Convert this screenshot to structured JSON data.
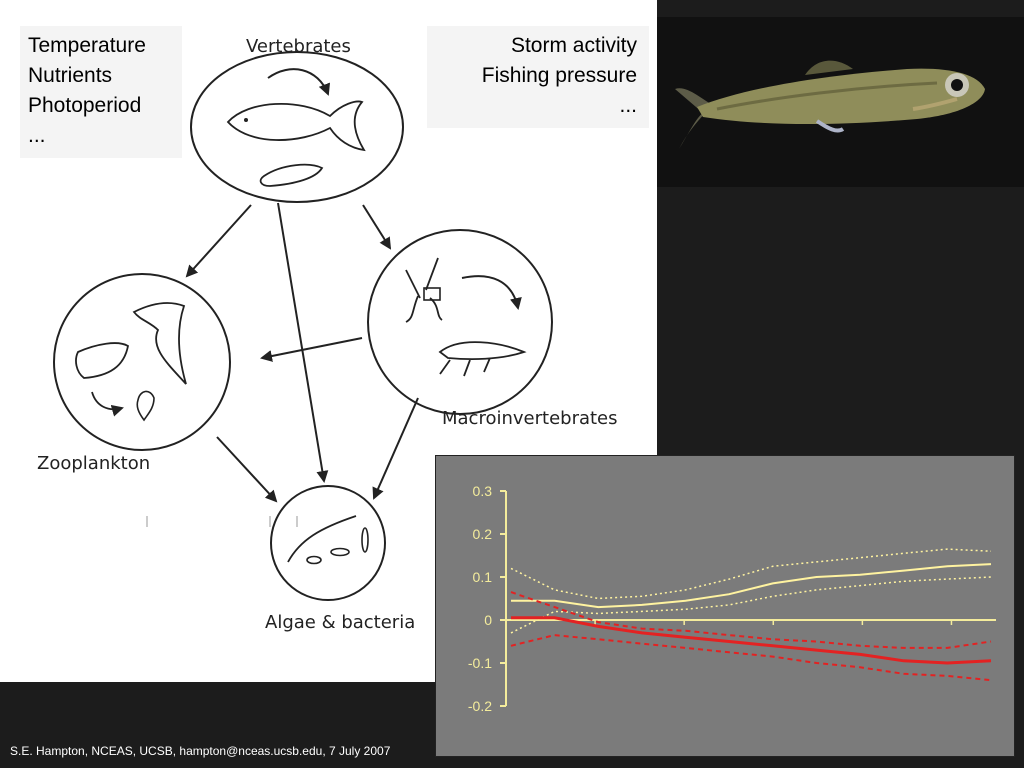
{
  "drivers_left": [
    "Temperature",
    "Nutrients",
    "Photoperiod",
    "..."
  ],
  "drivers_right": [
    "Storm activity",
    "Fishing pressure",
    "..."
  ],
  "diagram": {
    "nodes": {
      "vertebrates": "Vertebrates",
      "macroinvertebrates": "Macroinvertebrates",
      "zooplankton": "Zooplankton",
      "algae": "Algae & bacteria"
    }
  },
  "photo": {
    "subject": "juvenile fish",
    "background": "#111111"
  },
  "chart_data": {
    "type": "line",
    "ylim": [
      -0.2,
      0.3
    ],
    "yticks": [
      "0.3",
      "0.2",
      "0.1",
      "0",
      "-0.1",
      "-0.2"
    ],
    "ytick_values": [
      0.3,
      0.2,
      0.1,
      0,
      -0.1,
      -0.2
    ],
    "x": [
      0,
      1,
      2,
      3,
      4,
      5,
      6,
      7,
      8,
      9,
      10,
      11
    ],
    "series": [
      {
        "color": "#fff3a0",
        "style": "solid",
        "values": [
          0.045,
          0.045,
          0.03,
          0.035,
          0.045,
          0.06,
          0.085,
          0.1,
          0.105,
          0.115,
          0.125,
          0.13
        ]
      },
      {
        "color": "#fff3a0",
        "style": "dotted",
        "values": [
          0.12,
          0.07,
          0.05,
          0.055,
          0.07,
          0.095,
          0.125,
          0.135,
          0.145,
          0.155,
          0.165,
          0.16
        ]
      },
      {
        "color": "#fff3a0",
        "style": "dotted",
        "values": [
          -0.03,
          0.02,
          0.015,
          0.02,
          0.025,
          0.035,
          0.055,
          0.07,
          0.08,
          0.09,
          0.095,
          0.1
        ]
      },
      {
        "color": "#e32222",
        "style": "solid",
        "values": [
          0.005,
          0.005,
          -0.015,
          -0.03,
          -0.04,
          -0.05,
          -0.06,
          -0.07,
          -0.08,
          -0.095,
          -0.1,
          -0.095
        ]
      },
      {
        "color": "#e32222",
        "style": "dashed",
        "values": [
          0.065,
          0.03,
          -0.005,
          -0.02,
          -0.025,
          -0.035,
          -0.045,
          -0.05,
          -0.06,
          -0.065,
          -0.065,
          -0.05
        ]
      },
      {
        "color": "#e32222",
        "style": "dashed",
        "values": [
          -0.06,
          -0.035,
          -0.045,
          -0.055,
          -0.065,
          -0.075,
          -0.085,
          -0.1,
          -0.11,
          -0.125,
          -0.13,
          -0.14
        ]
      }
    ],
    "axis_color": "#f4ec9c",
    "background": "#7b7b7b"
  },
  "credit": "S.E. Hampton, NCEAS, UCSB, hampton@nceas.ucsb.edu, 7 July 2007"
}
